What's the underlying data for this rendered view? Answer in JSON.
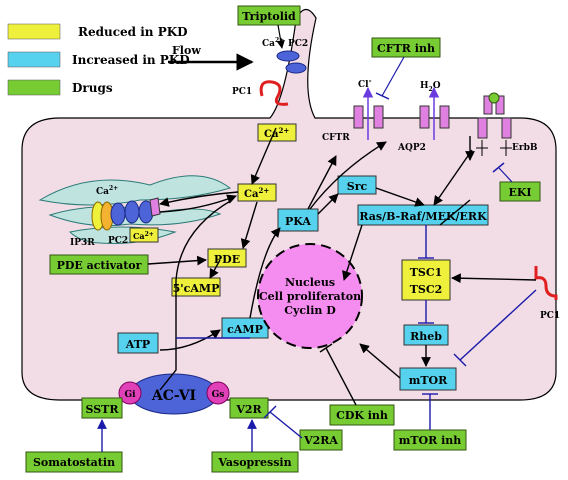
{
  "legend": {
    "items": [
      {
        "label": "Reduced in PKD",
        "color": "#eef03c"
      },
      {
        "label": "Increased in PKD",
        "color": "#56d2ee"
      },
      {
        "label": "Drugs",
        "color": "#77cc33"
      }
    ]
  },
  "colors": {
    "cell_fill": "#f2dde6",
    "reduced": "#eef03c",
    "increased": "#56d2ee",
    "drug": "#77cc33",
    "nucleus": "#f58cf0",
    "ac_vi": "#4d63d8",
    "inhibitor_line": "#1a1aaa",
    "channel_arrow": "#6a3ce0"
  },
  "drugs": {
    "triptolid": "Triptolid",
    "cftr_inh": "CFTR inh",
    "eki": "EKI",
    "pde_activator": "PDE activator",
    "cdk_inh": "CDK inh",
    "mtor_inh": "mTOR inh",
    "v2ra": "V2RA",
    "somatostatin": "Somatostatin",
    "vasopressin": "Vasopressin"
  },
  "increased_nodes": {
    "src": "Src",
    "ras": "Ras/B-Raf/MEK/ERK",
    "pka": "PKA",
    "camp": "cAMP",
    "atp": "ATP",
    "rheb": "Rheb",
    "mtor": "mTOR",
    "sstr": "SSTR",
    "v2r": "V2R"
  },
  "reduced_nodes": {
    "ca_cilium": "Ca",
    "ca_cilium_sup": "2+",
    "ca_cyto": "Ca",
    "ca_cyto_sup": "2+",
    "pde": "PDE",
    "five_amp": "5'cAMP",
    "tsc1": "TSC1",
    "tsc2": "TSC2"
  },
  "labels": {
    "flow": "Flow",
    "pc1_cilium": "PC1",
    "pc2_cilium": "PC2",
    "ca_top": "Ca",
    "ca_top_sup": "2+",
    "cl": "Cl",
    "cl_sup": "-",
    "h2o": "H",
    "h2o_sub": "2",
    "h2o_end": "O",
    "cftr": "CFTR",
    "aqp2": "AQP2",
    "erbb": "ErbB",
    "pc1_right": "PC1",
    "er_ca": "Ca",
    "er_ca_sup": "2+",
    "ip3r": "IP3R",
    "pc2_er": "PC2",
    "ca_er_box": "Ca",
    "ca_er_box_sup": "2+",
    "ac_vi": "AC-VI",
    "gi": "Gi",
    "gs": "Gs"
  },
  "nucleus": {
    "line1": "Nucleus",
    "line2": "Cell proliferaton",
    "line3": "Cyclin D"
  }
}
